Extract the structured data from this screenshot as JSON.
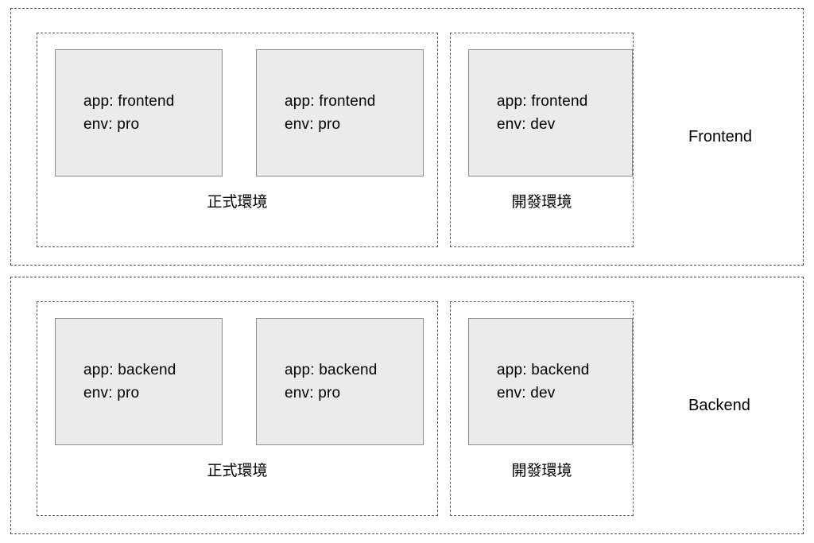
{
  "diagram": {
    "title": "frontend-backend-environments",
    "colors": {
      "node_fill": "#ebebeb",
      "node_border": "#8c8c8c",
      "dashed_border": "#4d4d4d",
      "background": "#ffffff"
    },
    "sections": [
      {
        "label": "Frontend",
        "groups": [
          {
            "label": "正式環境",
            "nodes": [
              {
                "line1": "app: frontend",
                "line2": "env: pro"
              },
              {
                "line1": "app: frontend",
                "line2": "env: pro"
              }
            ]
          },
          {
            "label": "開發環境",
            "nodes": [
              {
                "line1": "app: frontend",
                "line2": "env: dev"
              }
            ]
          }
        ]
      },
      {
        "label": "Backend",
        "groups": [
          {
            "label": "正式環境",
            "nodes": [
              {
                "line1": "app: backend",
                "line2": "env: pro"
              },
              {
                "line1": "app: backend",
                "line2": "env: pro"
              }
            ]
          },
          {
            "label": "開發環境",
            "nodes": [
              {
                "line1": "app: backend",
                "line2": "env: dev"
              }
            ]
          }
        ]
      }
    ]
  }
}
